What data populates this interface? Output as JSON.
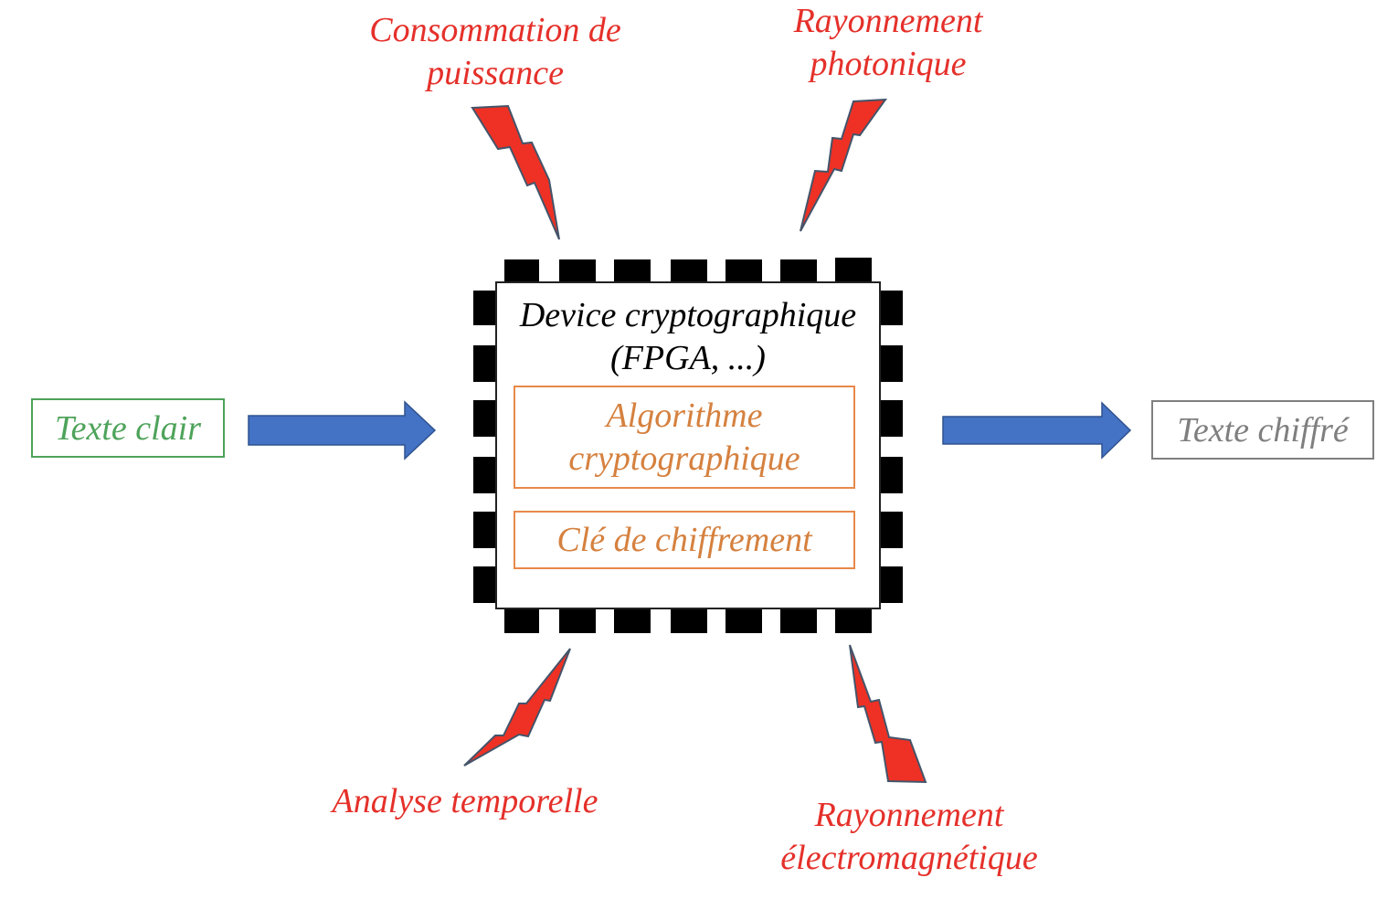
{
  "device": {
    "title_line1": "Device cryptographique",
    "title_line2": "(FPGA, ...)",
    "algorithm_line1": "Algorithme",
    "algorithm_line2": "cryptographique",
    "key": "Clé de chiffrement"
  },
  "input": {
    "label": "Texte clair"
  },
  "output": {
    "label": "Texte chiffré"
  },
  "side_channels": {
    "power": {
      "line1": "Consommation de",
      "line2": "puissance"
    },
    "photonic": {
      "line1": "Rayonnement",
      "line2": "photonique"
    },
    "timing": {
      "line1": "Analyse temporelle"
    },
    "electromagnetic": {
      "line1": "Rayonnement",
      "line2": "électromagnétique"
    }
  },
  "colors": {
    "side_channel_text": "#e5302a",
    "lightning_fill": "#ee3124",
    "lightning_stroke": "#44546a",
    "arrow_fill": "#4472c4",
    "input_color": "#4ea35a",
    "output_color": "#7f7f7f",
    "inner_box_color": "#d5813f",
    "chip_pins": "#000000"
  },
  "icons": {
    "lightning": "lightning-bolt-icon",
    "arrow": "right-arrow-icon",
    "chip": "chip-pins"
  }
}
